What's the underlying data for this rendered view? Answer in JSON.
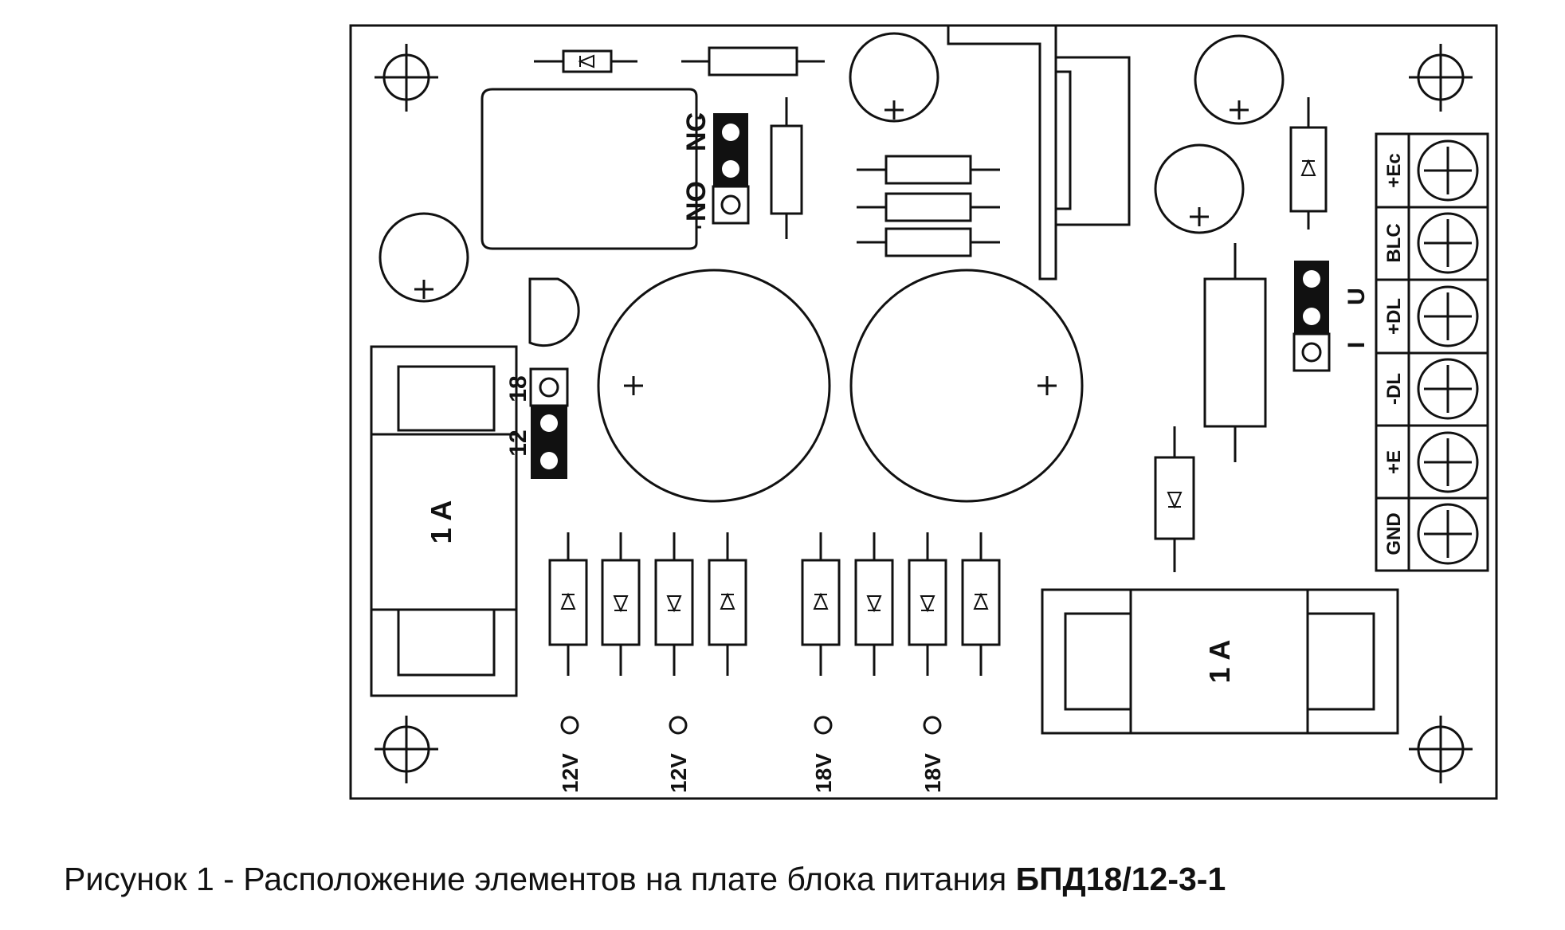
{
  "relay": {
    "contacts": [
      "NO",
      "NC"
    ]
  },
  "voltage_jumper": {
    "labels": [
      "12",
      "18"
    ]
  },
  "mode_jumper": {
    "labels": [
      "I",
      "U"
    ]
  },
  "fuses": {
    "left": "1 A",
    "right": "1 A"
  },
  "terminals": [
    "+Ec",
    "BLC",
    "+DL",
    "-DL",
    "+E",
    "GND"
  ],
  "test_points": [
    "12V",
    "12V",
    "18V",
    "18V"
  ],
  "caption": {
    "text": "Рисунок 1 - Расположение элементов на плате блока питания ",
    "model": "БПД18/12-3-1"
  }
}
